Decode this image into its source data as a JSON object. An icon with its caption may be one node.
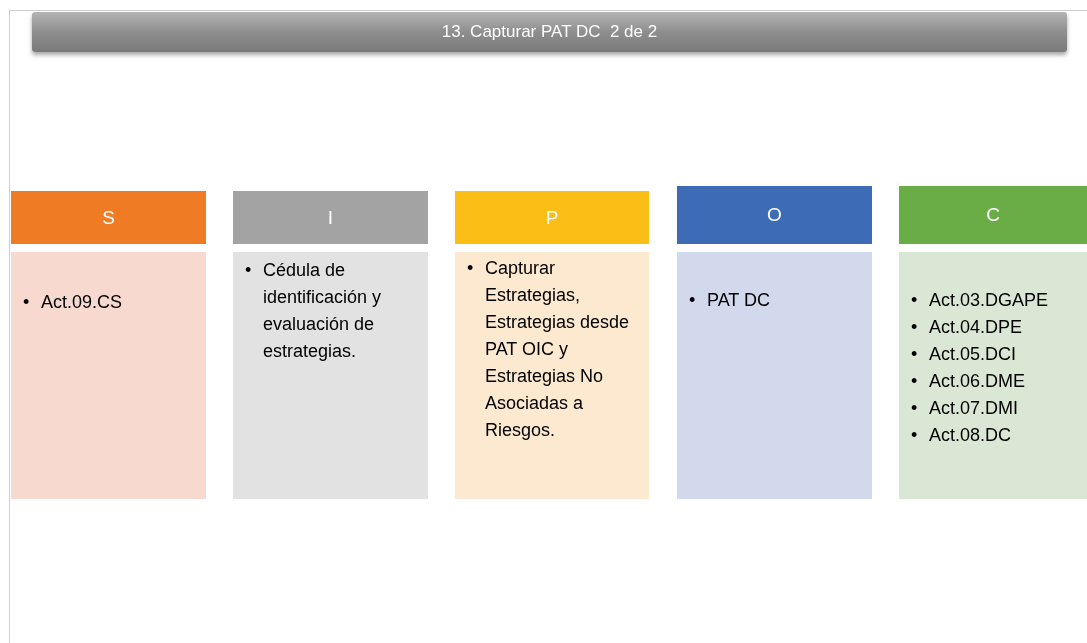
{
  "diagram": {
    "title": "13. Capturar PAT DC  2 de 2",
    "nodes": [
      {
        "text": [
          "S"
        ]
      },
      {
        "text": [
          "• Act.09.CS"
        ]
      },
      {
        "text": [
          "I"
        ]
      },
      {
        "text": [
          "• Cédula de identificación y evaluación de estrategias."
        ]
      },
      {
        "text": [
          "P"
        ]
      },
      {
        "text": [
          "• Capturar Estrategias, Estrategias desde PAT OIC y Estrategias No Asociadas a Riesgos."
        ]
      },
      {
        "text": [
          "O"
        ]
      },
      {
        "text": [
          "• PAT DC"
        ]
      },
      {
        "text": [
          "C"
        ]
      },
      {
        "text": [
          "• Act.03.DGAPE",
          "• Act.04.DPE",
          "• Act.05.DCI",
          "• Act.06.DME",
          "• Act.07.DMI",
          "• Act.08.DC"
        ]
      }
    ],
    "edges": []
  }
}
